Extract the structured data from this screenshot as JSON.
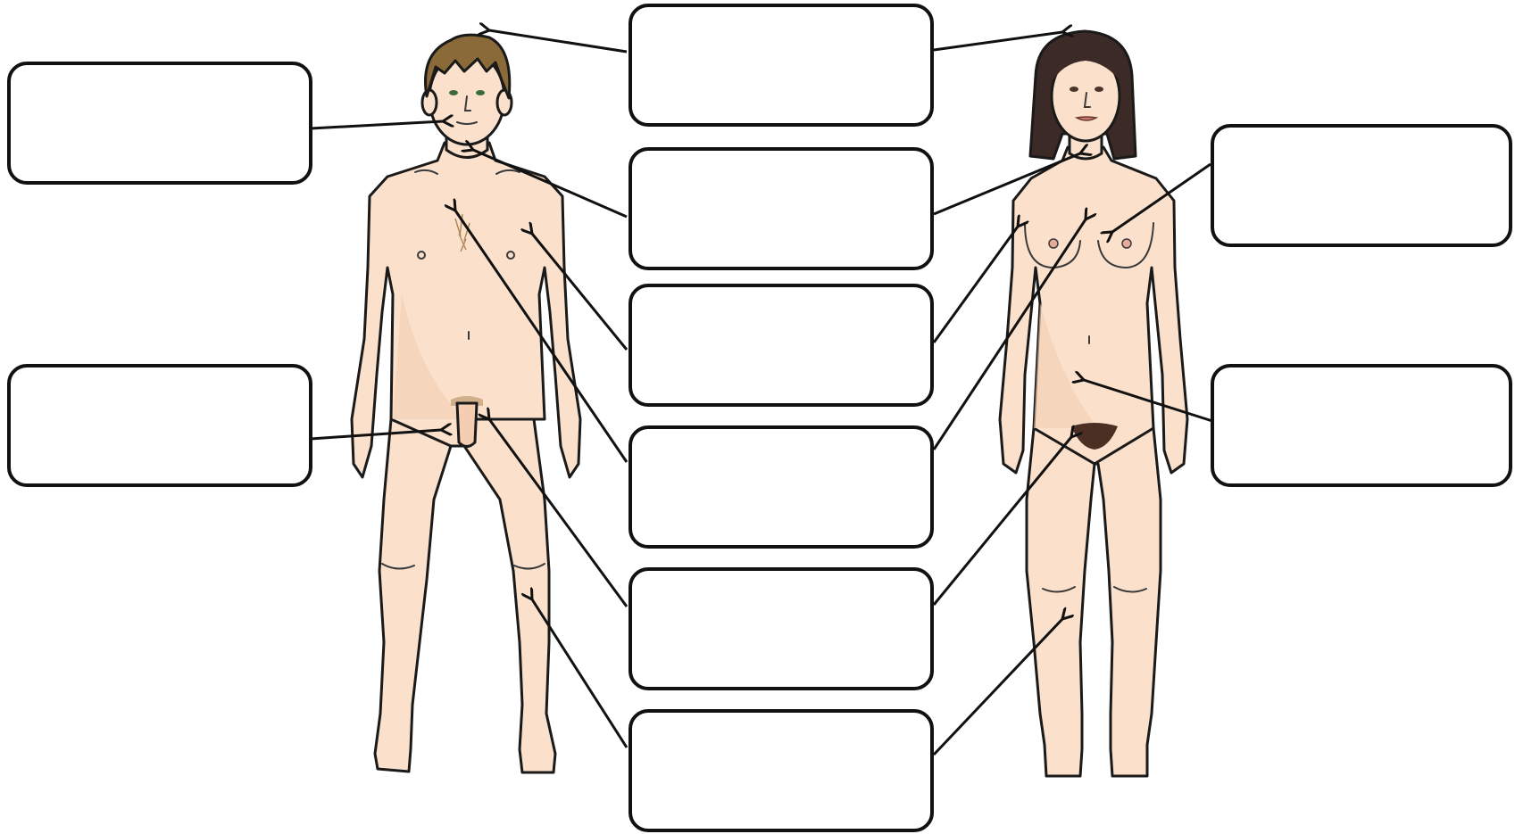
{
  "diagram": {
    "title": "",
    "colors": {
      "skin": "#fbe1cc",
      "skin_shade": "#f4cdb2",
      "male_hair": "#8b6a3a",
      "female_hair": "#3b2a25",
      "pubic_hair": "#4a2f22",
      "outline": "#1a1a1a",
      "box_stroke": "#111111"
    },
    "labels": {
      "center_1": "",
      "center_2": "",
      "center_3": "",
      "center_4": "",
      "center_5": "",
      "center_6": "",
      "left_top": "",
      "left_bottom": "",
      "right_top": "",
      "right_bottom": ""
    },
    "figures": [
      {
        "id": "male",
        "icon": "male-body-figure"
      },
      {
        "id": "female",
        "icon": "female-body-figure"
      }
    ]
  }
}
